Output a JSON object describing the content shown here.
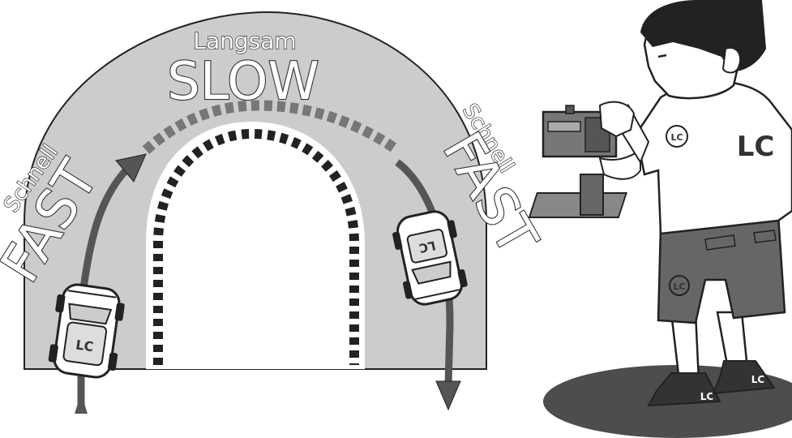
{
  "labels": {
    "top_small": "Langsam",
    "top_big": "SLOW",
    "left_small": "Schnell",
    "left_big": "FAST",
    "right_small": "Schnell",
    "right_big": "FAST"
  },
  "logos": {
    "car_left": "LC",
    "car_right": "LC",
    "shirt_front": "LC",
    "shirt_sleeve": "LC",
    "shorts": "LC",
    "shoe_left": "LC",
    "shoe_right": "LC"
  },
  "colors": {
    "track": "#cccccc",
    "outline": "#222222",
    "slow_zone": "#777777",
    "arrow": "#555555",
    "shadow": "#4d4d4d",
    "shorts": "#666666"
  }
}
